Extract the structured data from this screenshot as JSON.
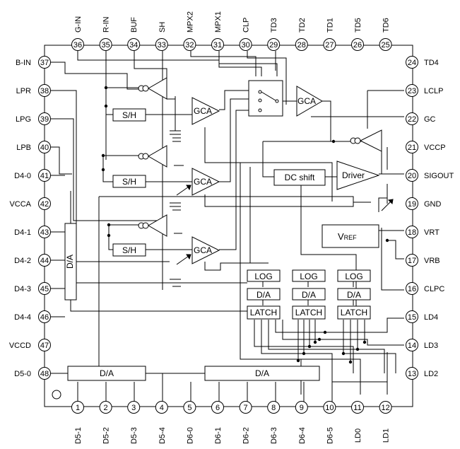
{
  "pins": {
    "top": [
      {
        "num": "36",
        "label": "G-IN"
      },
      {
        "num": "35",
        "label": "R-IN"
      },
      {
        "num": "34",
        "label": "BUF"
      },
      {
        "num": "33",
        "label": "SH"
      },
      {
        "num": "32",
        "label": "MPX2"
      },
      {
        "num": "31",
        "label": "MPX1"
      },
      {
        "num": "30",
        "label": "CLP"
      },
      {
        "num": "29",
        "label": "TD3"
      },
      {
        "num": "28",
        "label": "TD2"
      },
      {
        "num": "27",
        "label": "TD1"
      },
      {
        "num": "26",
        "label": "TD5"
      },
      {
        "num": "25",
        "label": "TD6"
      }
    ],
    "left": [
      {
        "num": "37",
        "label": "B-IN"
      },
      {
        "num": "38",
        "label": "LPR"
      },
      {
        "num": "39",
        "label": "LPG"
      },
      {
        "num": "40",
        "label": "LPB"
      },
      {
        "num": "41",
        "label": "D4-0"
      },
      {
        "num": "42",
        "label": "VCCA"
      },
      {
        "num": "43",
        "label": "D4-1"
      },
      {
        "num": "44",
        "label": "D4-2"
      },
      {
        "num": "45",
        "label": "D4-3"
      },
      {
        "num": "46",
        "label": "D4-4"
      },
      {
        "num": "47",
        "label": "VCCD"
      },
      {
        "num": "48",
        "label": "D5-0"
      }
    ],
    "right": [
      {
        "num": "24",
        "label": "TD4"
      },
      {
        "num": "23",
        "label": "LCLP"
      },
      {
        "num": "22",
        "label": "GC"
      },
      {
        "num": "21",
        "label": "VCCP"
      },
      {
        "num": "20",
        "label": "SIGOUT"
      },
      {
        "num": "19",
        "label": "GND"
      },
      {
        "num": "18",
        "label": "VRT"
      },
      {
        "num": "17",
        "label": "VRB"
      },
      {
        "num": "16",
        "label": "CLPC"
      },
      {
        "num": "15",
        "label": "LD4"
      },
      {
        "num": "14",
        "label": "LD3"
      },
      {
        "num": "13",
        "label": "LD2"
      }
    ],
    "bottom": [
      {
        "num": "1",
        "label": "D5-1"
      },
      {
        "num": "2",
        "label": "D5-2"
      },
      {
        "num": "3",
        "label": "D5-3"
      },
      {
        "num": "4",
        "label": "D5-4"
      },
      {
        "num": "5",
        "label": "D6-0"
      },
      {
        "num": "6",
        "label": "D6-1"
      },
      {
        "num": "7",
        "label": "D6-2"
      },
      {
        "num": "8",
        "label": "D6-3"
      },
      {
        "num": "9",
        "label": "D6-4"
      },
      {
        "num": "10",
        "label": "D6-5"
      },
      {
        "num": "11",
        "label": "LD0"
      },
      {
        "num": "12",
        "label": "LD1"
      }
    ]
  },
  "blocks": {
    "sh": "S/H",
    "gca": "GCA",
    "dc_shift": "DC shift",
    "driver": "Driver",
    "vref_main": "V",
    "vref_sub": "REF",
    "log": "LOG",
    "da": "D/A",
    "latch": "LATCH"
  }
}
